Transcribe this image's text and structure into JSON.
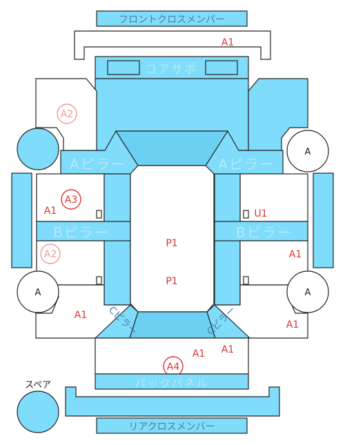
{
  "parts": {
    "front_cross_member": "フロントクロスメンバー",
    "core_support": "コアサポ",
    "a_pillar_left": "Aピラー",
    "a_pillar_right": "Aピラー",
    "b_pillar_left": "Bピラー",
    "b_pillar_right": "Bピラー",
    "c_pillar_left": "Cピラー",
    "c_pillar_right": "Cピラー",
    "back_panel": "バックパネル",
    "rear_cross_member": "リアクロスメンバー",
    "spare": "スペア"
  },
  "tires": {
    "front_right": "A",
    "rear_left": "A",
    "rear_right": "A"
  },
  "marks": {
    "front_cross": "A1",
    "hood_left": "A2",
    "left_door_circle": "A3",
    "left_door": "A1",
    "left_rear_door": "A2",
    "left_quarter": "A1",
    "roof_front": "P1",
    "roof_rear": "P1",
    "right_door": "U1",
    "right_rear_door": "A1",
    "right_quarter": "A1",
    "trunk_left": "A1",
    "trunk_right": "A1",
    "back_panel_circle": "A4"
  },
  "colors": {
    "panel": "#7fdcfb",
    "damage": "#e03131"
  }
}
